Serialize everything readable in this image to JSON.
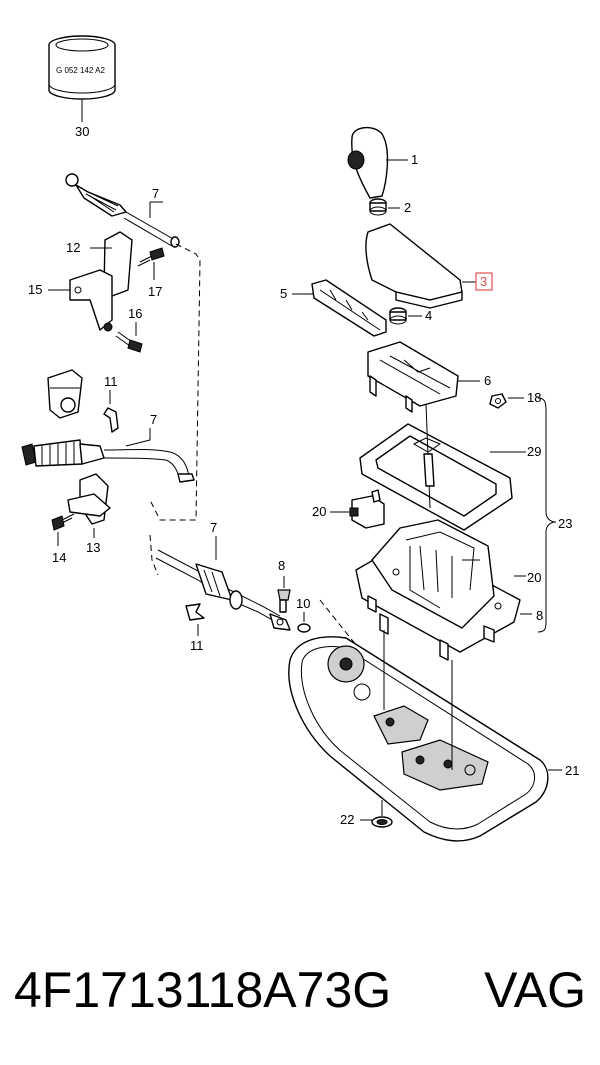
{
  "diagram": {
    "cylinder_text": "G 052 142 A2",
    "labels": {
      "p1": "1",
      "p2": "2",
      "p3": "3",
      "p4": "4",
      "p5": "5",
      "p6": "6",
      "p7a": "7",
      "p7b": "7",
      "p7c": "7",
      "p8a": "8",
      "p8b": "8",
      "p10": "10",
      "p11a": "11",
      "p11b": "11",
      "p12": "12",
      "p13": "13",
      "p14": "14",
      "p15": "15",
      "p16": "16",
      "p17": "17",
      "p18": "18",
      "p20a": "20",
      "p20b": "20",
      "p21": "21",
      "p22": "22",
      "p23": "23",
      "p29": "29",
      "p30": "30"
    },
    "highlighted_part": "3",
    "highlight_color": "#e05050"
  },
  "caption": {
    "part_number": "4F1713118A73G",
    "brand": "VAG"
  }
}
